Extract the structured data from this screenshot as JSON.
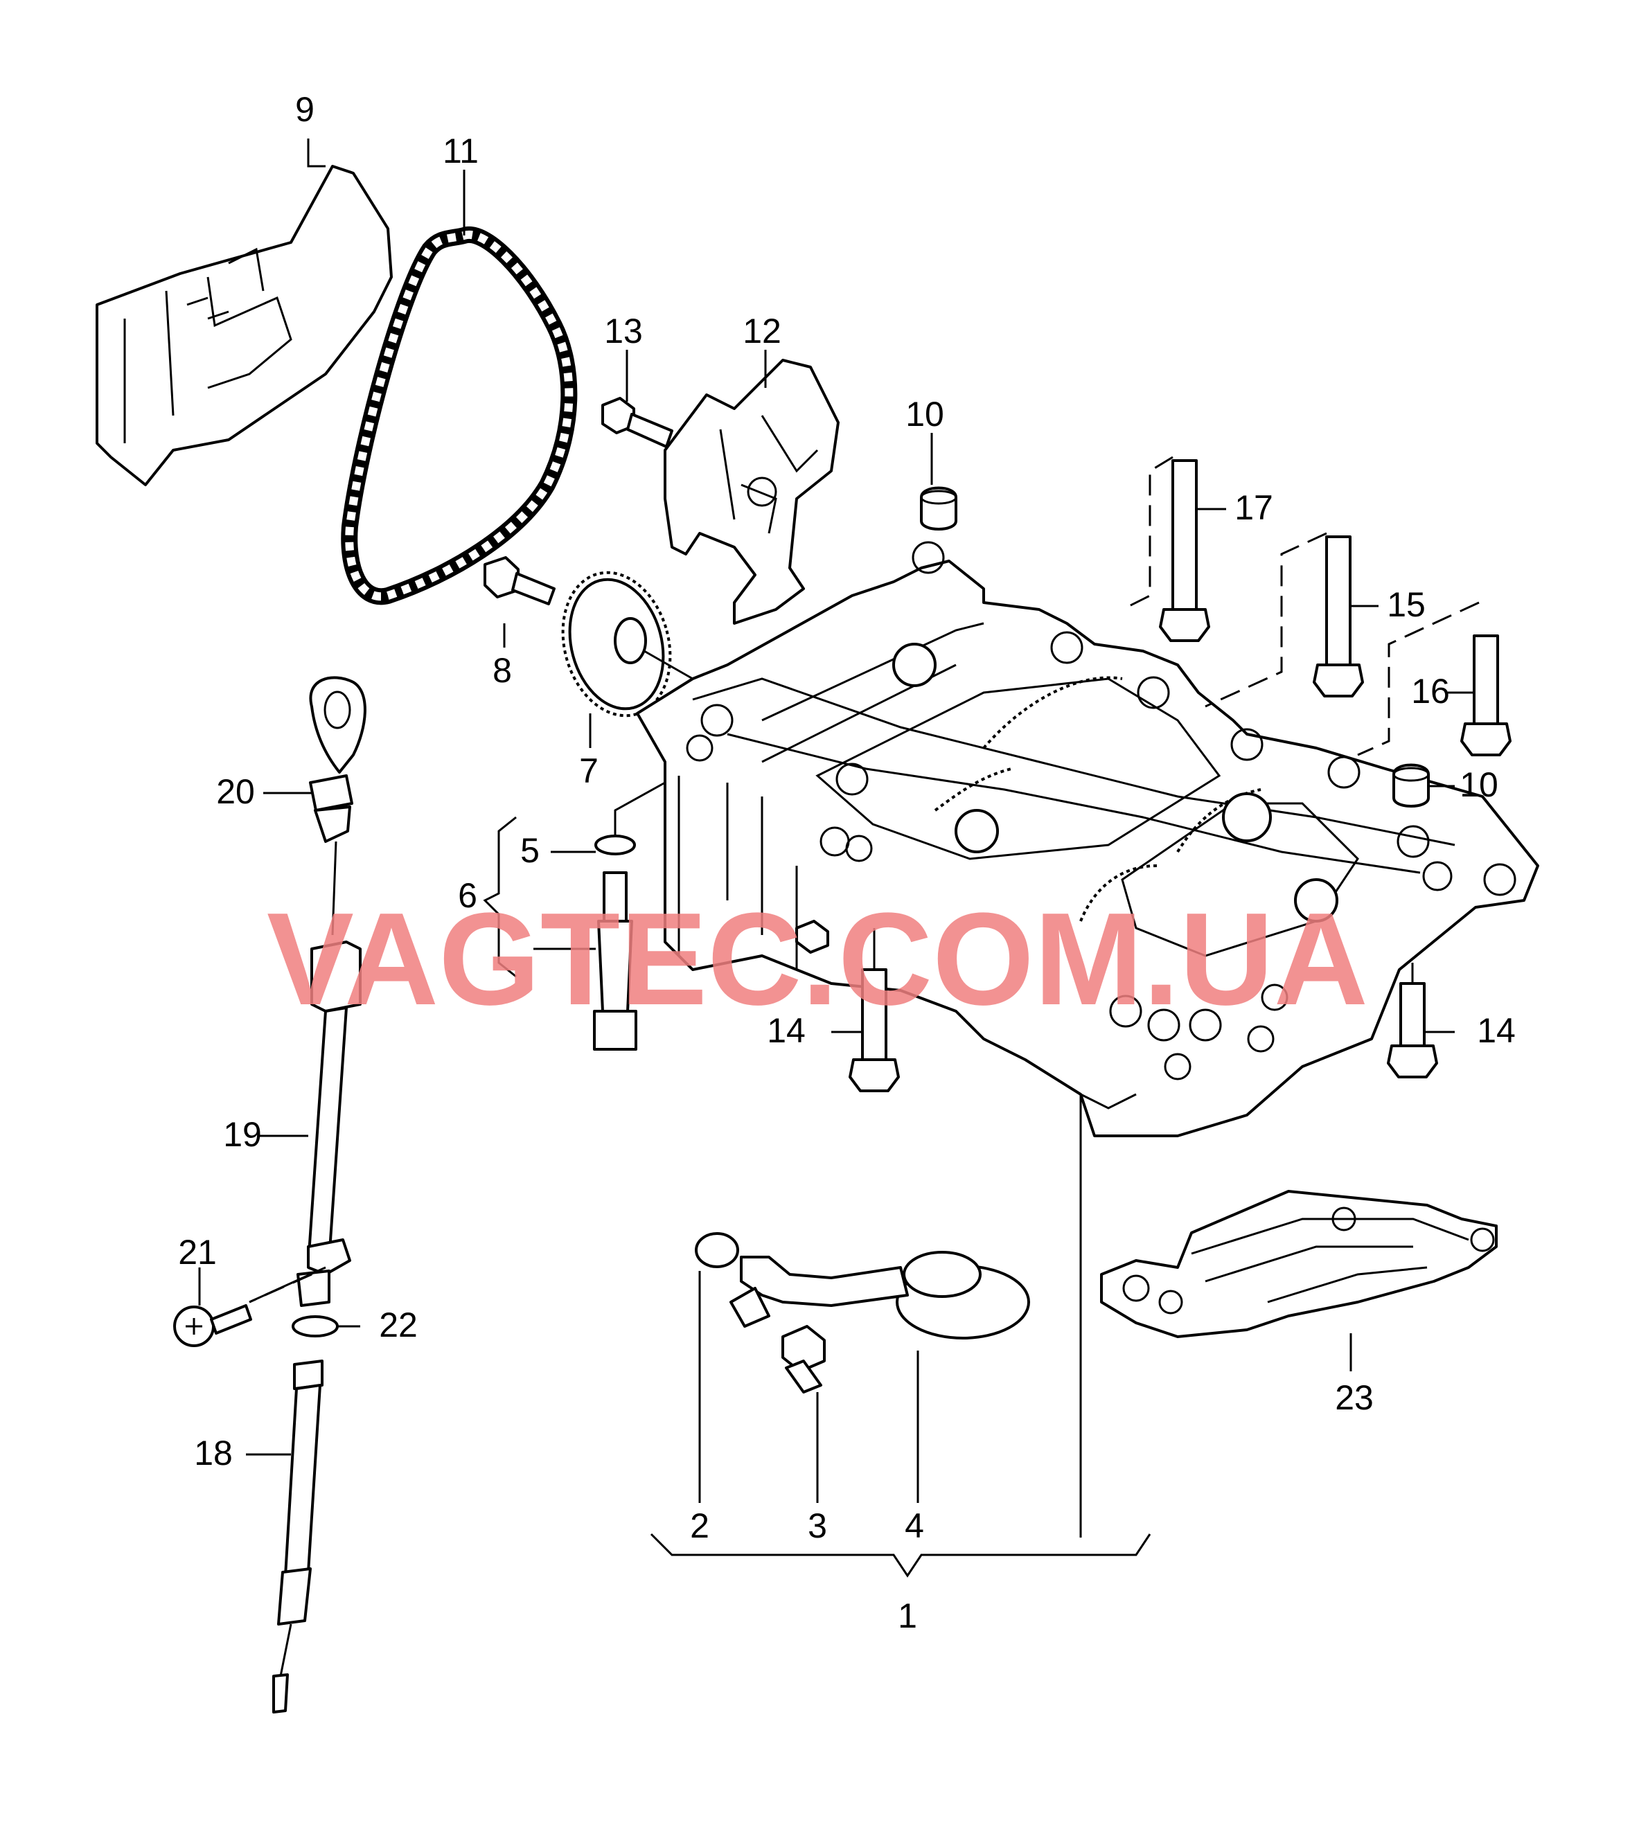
{
  "callouts": [
    "1",
    "2",
    "3",
    "4",
    "5",
    "6",
    "7",
    "8",
    "9",
    "10",
    "10",
    "11",
    "12",
    "13",
    "14",
    "14",
    "15",
    "16",
    "17",
    "18",
    "19",
    "20",
    "21",
    "22",
    "23"
  ],
  "watermark": "VAGTEC.COM.UA",
  "watermark_color": "#f08080"
}
